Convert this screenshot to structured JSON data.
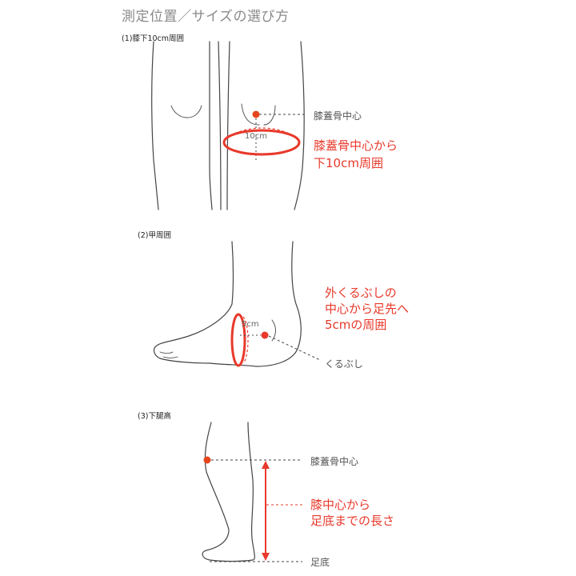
{
  "title": "測定位置／サイズの選び方",
  "sections": [
    {
      "heading": "(1)膝下10cm周囲",
      "marker_label": "膝蓋骨中心",
      "distance_label": "10cm",
      "description_lines": [
        "膝蓋骨中心から",
        "下10cm周囲"
      ]
    },
    {
      "heading": "(2)甲周囲",
      "marker_label": "くるぶし",
      "distance_label": "5cm",
      "description_lines": [
        "外くるぶしの",
        "中心から足先へ",
        "5cmの周囲"
      ]
    },
    {
      "heading": "(3)下腿高",
      "top_label": "膝蓋骨中心",
      "bottom_label": "足底",
      "description_lines": [
        "膝中心から",
        "足底までの長さ"
      ]
    }
  ],
  "colors": {
    "accent_red": "#e8392b",
    "marker_orange": "#e5461d",
    "line_gray": "#444444",
    "title_gray": "#8a8a8a"
  }
}
